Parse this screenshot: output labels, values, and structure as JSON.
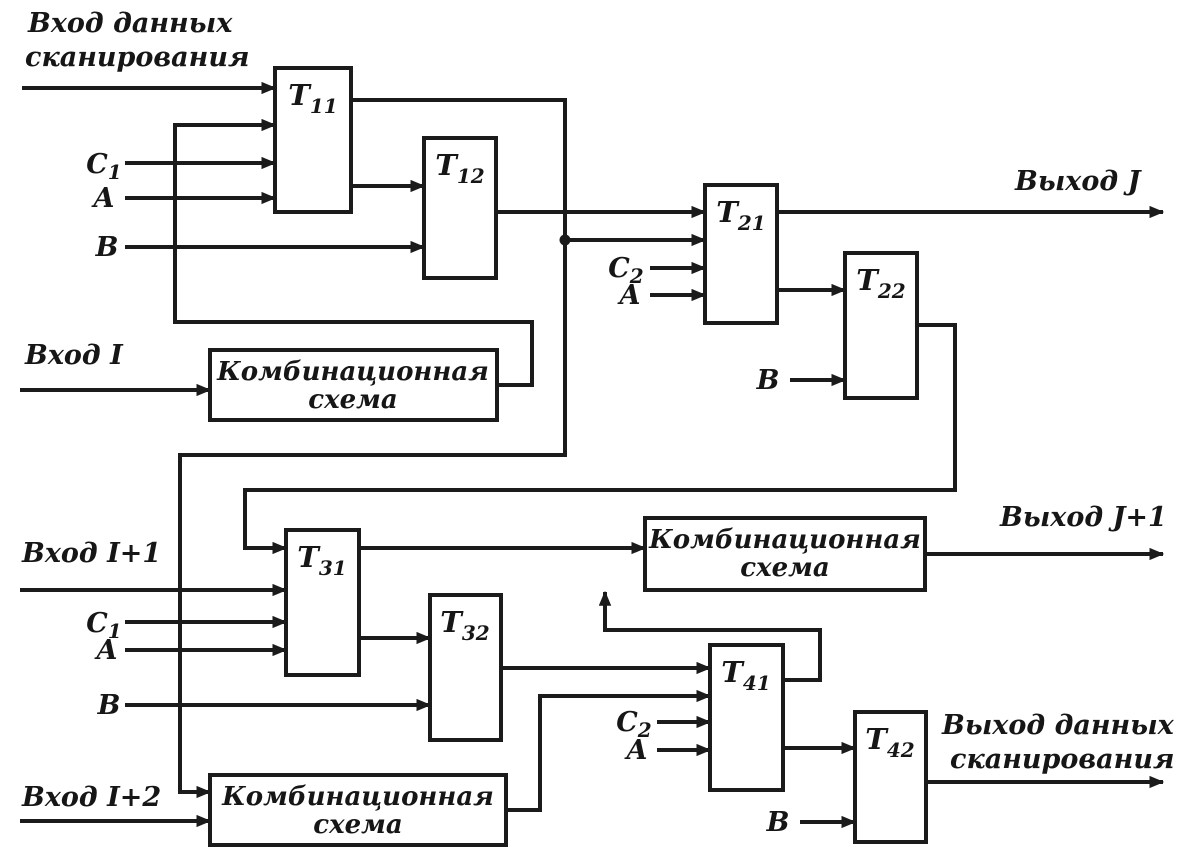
{
  "colors": {
    "ink": "#1b1b1b",
    "background": "#ffffff"
  },
  "labels": {
    "scan_in": {
      "line1": "Вход данных",
      "line2": "сканирования"
    },
    "input_i": "Вход I",
    "input_i_plus_1": "Вход I+1",
    "input_i_plus_2": "Вход I+2",
    "output_j": "Выход J",
    "output_j_plus_1": "Выход J+1",
    "scan_out": {
      "line1": "Выход данных",
      "line2": "сканирования"
    }
  },
  "signals": {
    "c1": {
      "main": "C",
      "sub": "1"
    },
    "c2": {
      "main": "C",
      "sub": "2"
    },
    "a": "A",
    "b": "B"
  },
  "blocks": {
    "t11": {
      "main": "T",
      "sub": "11"
    },
    "t12": {
      "main": "T",
      "sub": "12"
    },
    "t21": {
      "main": "T",
      "sub": "21"
    },
    "t22": {
      "main": "T",
      "sub": "22"
    },
    "t31": {
      "main": "T",
      "sub": "31"
    },
    "t32": {
      "main": "T",
      "sub": "32"
    },
    "t41": {
      "main": "T",
      "sub": "41"
    },
    "t42": {
      "main": "T",
      "sub": "42"
    },
    "comb": {
      "line1": "Комбинационная",
      "line2": "схема"
    }
  }
}
